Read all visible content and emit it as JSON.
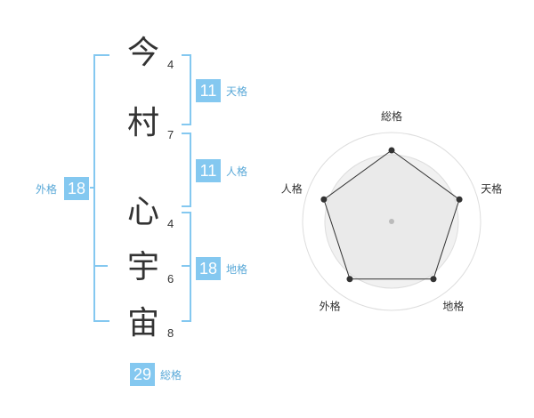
{
  "name": {
    "characters": [
      {
        "kanji": "今",
        "strokes": "4"
      },
      {
        "kanji": "村",
        "strokes": "7"
      },
      {
        "kanji": "心",
        "strokes": "4"
      },
      {
        "kanji": "宇",
        "strokes": "6"
      },
      {
        "kanji": "宙",
        "strokes": "8"
      }
    ]
  },
  "fortunes": {
    "tenkaku": {
      "value": "11",
      "label": "天格"
    },
    "jinkaku": {
      "value": "11",
      "label": "人格"
    },
    "chikaku": {
      "value": "18",
      "label": "地格"
    },
    "gaikaku": {
      "value": "18",
      "label": "外格"
    },
    "soukaku": {
      "value": "29",
      "label": "総格"
    }
  },
  "chart_data": {
    "type": "radar",
    "axes": [
      "総格",
      "天格",
      "地格",
      "外格",
      "人格"
    ],
    "values": [
      4,
      4,
      4,
      4,
      4
    ],
    "rmax": 5,
    "rings": 4,
    "colors": {
      "fill": "#f1f1f1",
      "ring": "#dddddd",
      "line": "#333333",
      "point": "#333333",
      "center": "#bbbbbb"
    }
  }
}
